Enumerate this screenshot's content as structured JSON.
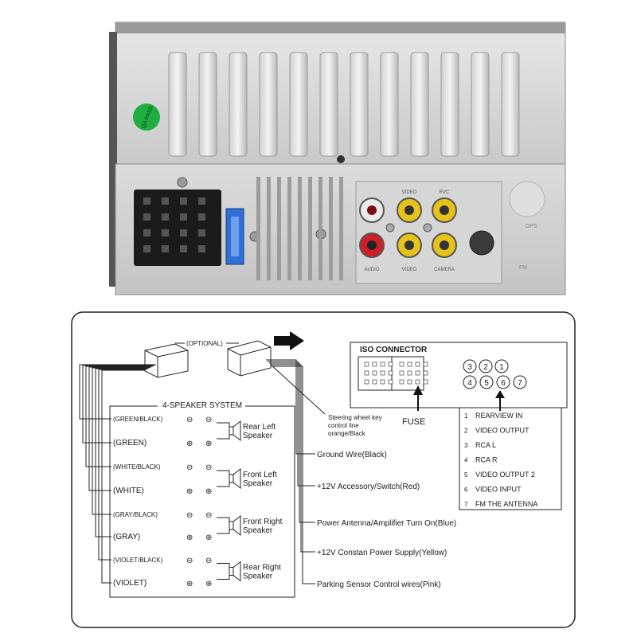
{
  "unit_photo": {
    "qa_sticker": "QA PASS",
    "rca_labels": [
      "VIDEO",
      "RVC",
      "AUDIO",
      "VIDEO",
      "CAMERA"
    ],
    "port_labels": [
      "GPS",
      "FM"
    ]
  },
  "diagram": {
    "optional_label": "(OPTIONAL)",
    "speaker_system_title": "4-SPEAKER SYSTEM",
    "wires": [
      {
        "label": "(GREEN/BLACK)",
        "sign": "⊖"
      },
      {
        "label": "(GREEN)",
        "sign": "⊕"
      },
      {
        "label": "(WHITE/BLACK)",
        "sign": "⊖"
      },
      {
        "label": "(WHITE)",
        "sign": "⊕"
      },
      {
        "label": "(GRAY/BLACK)",
        "sign": "⊖"
      },
      {
        "label": "(GRAY)",
        "sign": "⊕"
      },
      {
        "label": "(VIOLET/BLACK)",
        "sign": "⊖"
      },
      {
        "label": "(VIOLET)",
        "sign": "⊕"
      }
    ],
    "speakers": [
      {
        "line1": "Rear Left",
        "line2": "Speaker"
      },
      {
        "line1": "Front Left",
        "line2": "Speaker"
      },
      {
        "line1": "Front Right",
        "line2": "Speaker"
      },
      {
        "line1": "Rear Right",
        "line2": "Speaker"
      }
    ],
    "steering_label": {
      "line1": "Steering wheel key",
      "line2": "control line",
      "line3": "orange/Black"
    },
    "power_wires": [
      "Ground  Wire(Black)",
      "+12V Accessory/Switch(Red)",
      "Power Antenna/Amplifier Turn On(Blue)",
      "+12V Constan Power Supply(Yellow)",
      "Parking Sensor Control wires(Pink)"
    ],
    "iso_title": "ISO CONNECTOR",
    "fuse_label": "FUSE",
    "pin_numbers": {
      "top": [
        "3",
        "2",
        "1"
      ],
      "bottom": [
        "4",
        "5",
        "6",
        "7"
      ]
    },
    "pin_table": [
      {
        "num": "1",
        "text": "REARVIEW IN"
      },
      {
        "num": "2",
        "text": "VIDEO OUTPUT"
      },
      {
        "num": "3",
        "text": "RCA L"
      },
      {
        "num": "4",
        "text": "RCA R"
      },
      {
        "num": "5",
        "text": "VIDEO OUTPUT  2"
      },
      {
        "num": "6",
        "text": "VIDEO  INPUT"
      },
      {
        "num": "7",
        "text": "FM THE ANTENNA"
      }
    ]
  }
}
